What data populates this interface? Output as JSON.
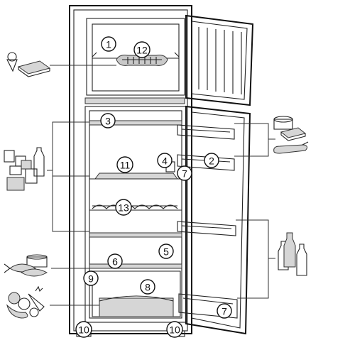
{
  "callouts": [
    {
      "id": "c1",
      "text": "1"
    },
    {
      "id": "c2",
      "text": "2"
    },
    {
      "id": "c3",
      "text": "3"
    },
    {
      "id": "c4",
      "text": "4"
    },
    {
      "id": "c5",
      "text": "5"
    },
    {
      "id": "c6",
      "text": "6"
    },
    {
      "id": "c7a",
      "text": "7"
    },
    {
      "id": "c7b",
      "text": "7"
    },
    {
      "id": "c8",
      "text": "8"
    },
    {
      "id": "c9",
      "text": "9"
    },
    {
      "id": "c10a",
      "text": "10"
    },
    {
      "id": "c10b",
      "text": "10"
    },
    {
      "id": "c11",
      "text": "11"
    },
    {
      "id": "c12",
      "text": "12"
    },
    {
      "id": "c13",
      "text": "13"
    }
  ],
  "food_icons": [
    "ice-cream-cone-icon",
    "frozen-pack-icon",
    "jars-and-bottle-icon",
    "cheese-and-butter-icon",
    "sausage-icon",
    "fish-and-pot-icon",
    "vegetables-icon",
    "bottles-icon"
  ],
  "colors": {
    "line": "#111111",
    "shelf_gray": "#c9c9c9",
    "background": "#ffffff"
  }
}
